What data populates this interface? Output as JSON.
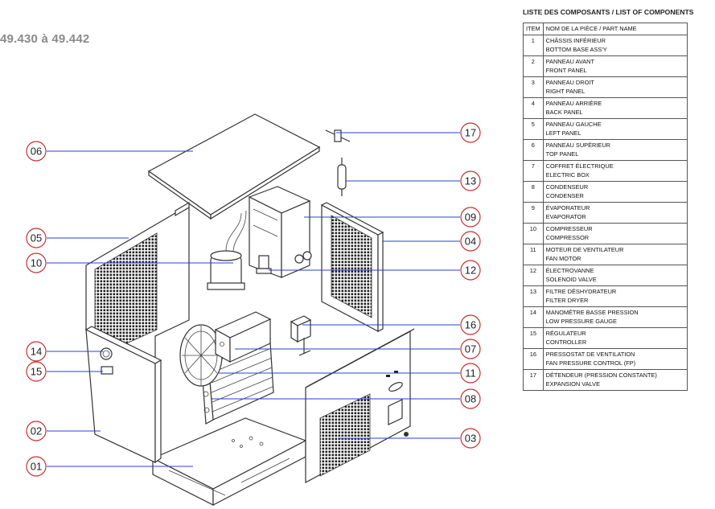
{
  "model_range": "49.430 à 49.442",
  "table": {
    "title": "LISTE DES COMPOSANTS / LIST OF COMPONENTS",
    "header_item": "ITEM",
    "header_name": "NOM DE LA PIÈCE / PART NAME",
    "rows": [
      {
        "item": "1",
        "fr": "CHÂSSIS INFÉRIEUR",
        "en": "BOTTOM BASE ASS'Y"
      },
      {
        "item": "2",
        "fr": "PANNEAU AVANT",
        "en": "FRONT PANEL"
      },
      {
        "item": "3",
        "fr": "PANNEAU DROIT",
        "en": "RIGHT PANEL"
      },
      {
        "item": "4",
        "fr": "PANNEAU ARRIÈRE",
        "en": "BACK PANEL"
      },
      {
        "item": "5",
        "fr": "PANNEAU GAUCHE",
        "en": "LEFT PANEL"
      },
      {
        "item": "6",
        "fr": "PANNEAU SUPÉRIEUR",
        "en": "TOP PANEL"
      },
      {
        "item": "7",
        "fr": "COFFRET ÉLECTRIQUE",
        "en": "ELECTRIC BOX"
      },
      {
        "item": "8",
        "fr": "CONDENSEUR",
        "en": "CONDENSER"
      },
      {
        "item": "9",
        "fr": "ÉVAPORATEUR",
        "en": "EVAPORATOR"
      },
      {
        "item": "10",
        "fr": "COMPRESSEUR",
        "en": "COMPRESSOR"
      },
      {
        "item": "11",
        "fr": "MOTEUR DE VENTILATEUR",
        "en": "FAN MOTOR"
      },
      {
        "item": "12",
        "fr": "ÉLECTROVANNE",
        "en": "SOLENOID VALVE"
      },
      {
        "item": "13",
        "fr": "FILTRE DÉSHYDRATEUR",
        "en": "FILTER DRYER"
      },
      {
        "item": "14",
        "fr": "MANOMÈTRE BASSE PRESSION",
        "en": "LOW PRESSURE GAUGE"
      },
      {
        "item": "15",
        "fr": "RÉGULATEUR",
        "en": "CONTROLLER"
      },
      {
        "item": "16",
        "fr": "PRESSOSTAT DE VENTILATION",
        "en": "FAN PRESSURE CONTROL (FP)"
      },
      {
        "item": "17",
        "fr": "DÉTENDEUR (PRESSION CONSTANTE)",
        "en": "EXPANSION VALVE"
      }
    ]
  },
  "callouts": [
    "06",
    "05",
    "10",
    "14",
    "15",
    "02",
    "01",
    "17",
    "13",
    "09",
    "04",
    "12",
    "16",
    "07",
    "11",
    "08",
    "03"
  ],
  "colors": {
    "leader": "#2a3fd0",
    "bubble": "#c83030",
    "model_text": "#8a8a8a"
  }
}
